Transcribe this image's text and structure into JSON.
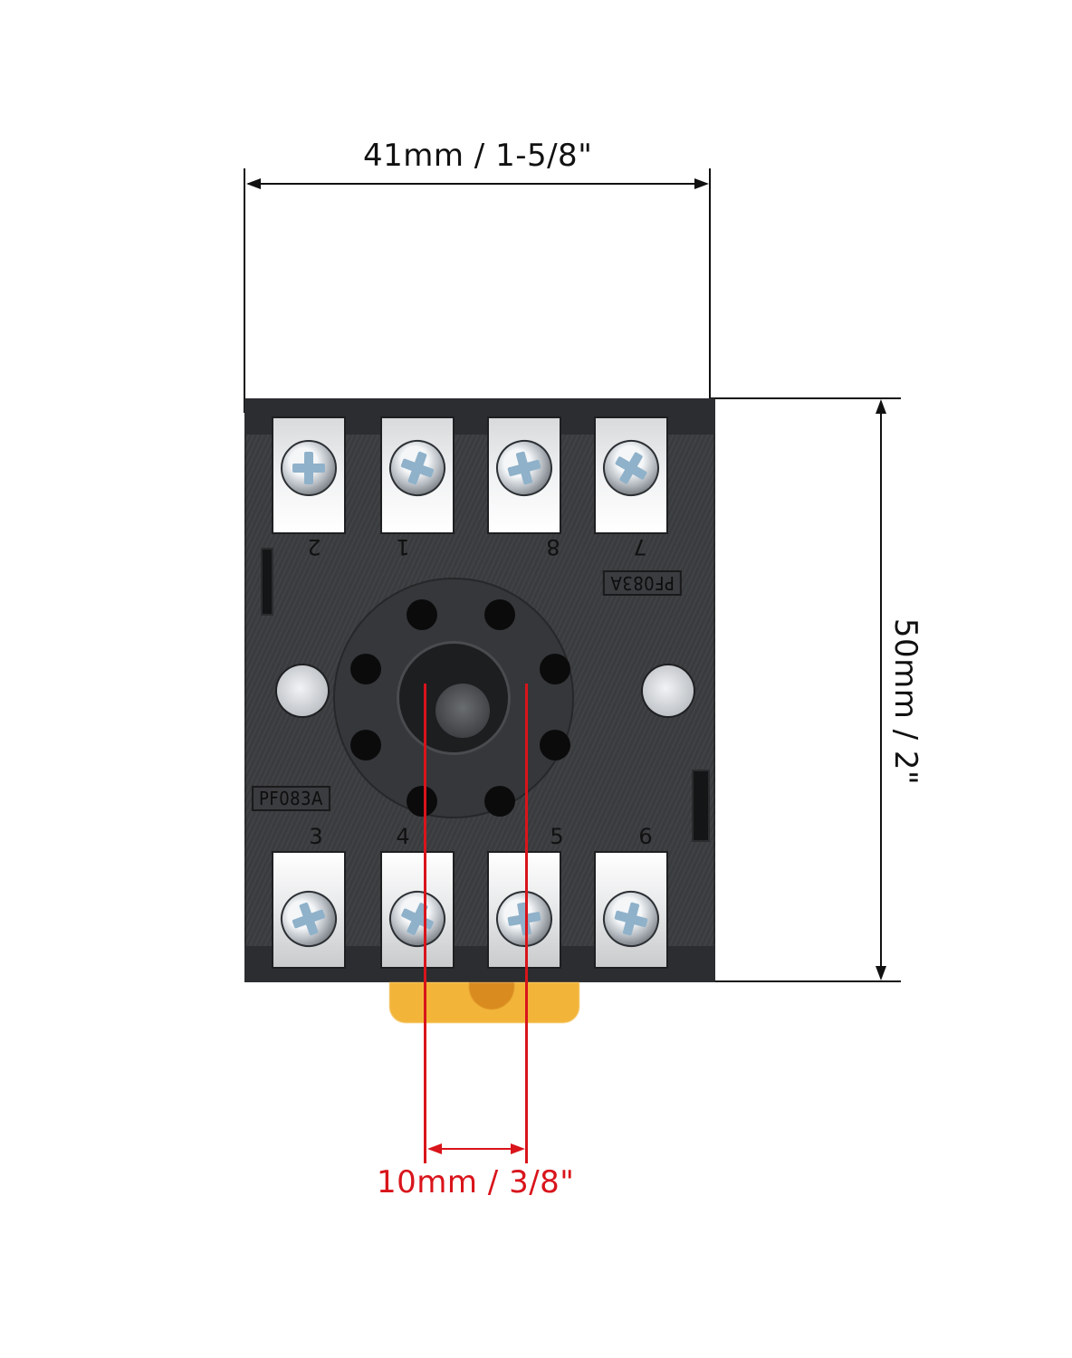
{
  "figure": {
    "subject": "8-pin relay socket base (top view)",
    "model_marking": "PF083A",
    "colors": {
      "background": "#ffffff",
      "dimension_black": "#111111",
      "dimension_red": "#d9141b",
      "socket_body": "#3b3d40",
      "din_clip": "#f2b53a"
    }
  },
  "dimensions": {
    "width": {
      "label": "41mm / 1-5/8\"",
      "mm": 41,
      "inch": "1-5/8"
    },
    "height": {
      "label": "50mm / 2\"",
      "mm": 50,
      "inch": "2"
    },
    "pin_spacing": {
      "label": "10mm / 3/8\"",
      "mm": 10,
      "inch": "3/8"
    }
  },
  "terminals": {
    "top_row": [
      "2",
      "1",
      "8",
      "7"
    ],
    "bottom_row": [
      "3",
      "4",
      "5",
      "6"
    ]
  },
  "markings": {
    "top_right": "PF083A",
    "bottom_left": "PF083A"
  }
}
